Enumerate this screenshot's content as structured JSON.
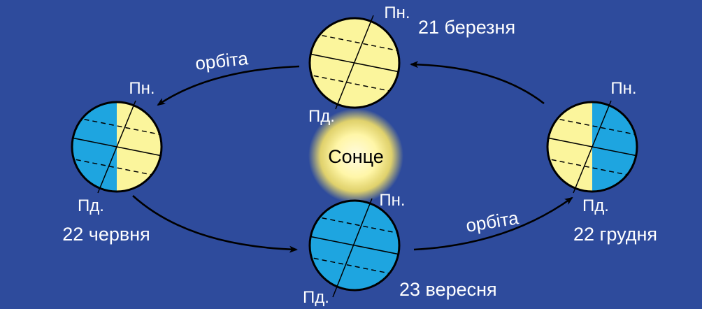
{
  "colors": {
    "background": "#2e4b9c",
    "light": "#fbf59c",
    "dark": "#1ea5e0",
    "sun_core": "#fffbe0",
    "sun_glow": "#ffe964",
    "arrow": "#000000"
  },
  "sun": {
    "label": "Сонце"
  },
  "orbit_labels": {
    "left": "орбіта",
    "right": "орбіта"
  },
  "earths": {
    "march": {
      "date": "21 березня",
      "north": "Пн.",
      "south": "Пд."
    },
    "june": {
      "date": "22 червня",
      "north": "Пн.",
      "south": "Пд."
    },
    "september": {
      "date": "23 вересня",
      "north": "Пн.",
      "south": "Пд."
    },
    "december": {
      "date": "22 грудня",
      "north": "Пн.",
      "south": "Пд."
    }
  }
}
